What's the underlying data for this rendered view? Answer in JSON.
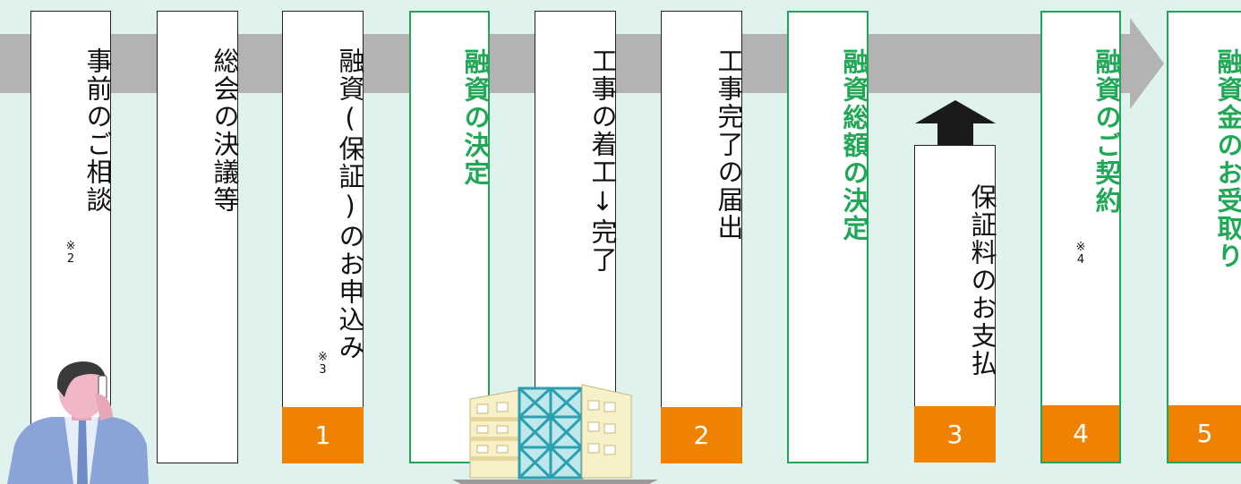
{
  "steps": [
    {
      "label": "事前のご相談",
      "note": "※\n2",
      "number": "",
      "style": "plain"
    },
    {
      "label": "総会の決議等",
      "note": "",
      "number": "",
      "style": "plain"
    },
    {
      "label": "融資(保証)のお申込み",
      "note": "※\n3",
      "number": "1",
      "style": "plain"
    },
    {
      "label": "融資の決定",
      "note": "",
      "number": "",
      "style": "green"
    },
    {
      "label": "工事の着工↓完了",
      "note": "",
      "number": "",
      "style": "plain"
    },
    {
      "label": "工事完了の届出",
      "note": "",
      "number": "2",
      "style": "plain"
    },
    {
      "label": "融資総額の決定",
      "note": "",
      "number": "",
      "style": "green"
    },
    {
      "label": "保証料のお支払",
      "note": "",
      "number": "3",
      "style": "plain"
    },
    {
      "label": "融資のご契約",
      "note": "※\n4",
      "number": "4",
      "style": "green"
    },
    {
      "label": "融資金のお受取り",
      "note": "",
      "number": "5",
      "style": "green"
    }
  ],
  "colors": {
    "background": "#dff2ee",
    "arrow": "#b3b3b3",
    "green_text": "#20a856",
    "green_border": "#22a55a",
    "number_badge": "#ef8200",
    "up_arrow": "#1a1a1a"
  },
  "icons": [
    "person-on-phone-illustration",
    "building-under-construction-illustration",
    "up-arrow-icon"
  ]
}
